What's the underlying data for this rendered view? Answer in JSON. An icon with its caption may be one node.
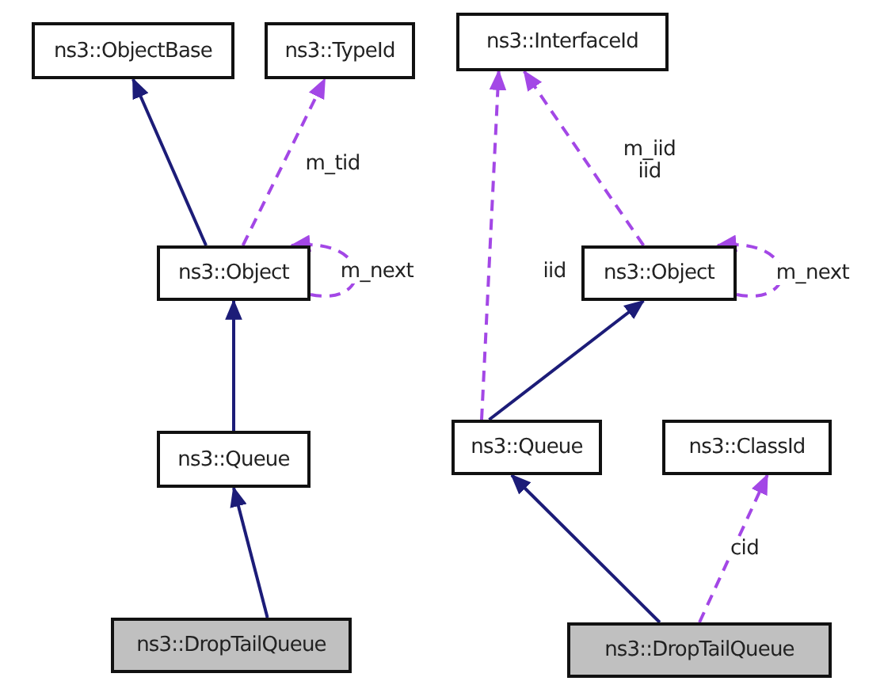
{
  "diagram": {
    "nodes": [
      {
        "text": [
          "ns3::ObjectBase"
        ]
      },
      {
        "text": [
          "ns3::TypeId"
        ]
      },
      {
        "text": [
          "ns3::Object"
        ]
      },
      {
        "text": [
          "ns3::Queue"
        ]
      },
      {
        "text": [
          "ns3::DropTailQueue"
        ]
      },
      {
        "text": [
          "ns3::InterfaceId"
        ]
      },
      {
        "text": [
          "ns3::Object"
        ]
      },
      {
        "text": [
          "ns3::Queue"
        ]
      },
      {
        "text": [
          "ns3::ClassId"
        ]
      },
      {
        "text": [
          "ns3::DropTailQueue"
        ]
      }
    ],
    "edges": [
      {
        "from": 2,
        "to": 0,
        "arrow": "to",
        "color": "#1c1c78"
      },
      {
        "from": 2,
        "to": 1,
        "arrow": "to",
        "label": "m_tid",
        "style": "dashed"
      },
      {
        "from": 2,
        "to": 2,
        "arrow": "to",
        "label": "m_next",
        "style": "dashed"
      },
      {
        "from": 3,
        "to": 2,
        "arrow": "to",
        "color": "#1c1c78"
      },
      {
        "from": 4,
        "to": 3,
        "arrow": "to",
        "color": "#1c1c78"
      },
      {
        "from": 6,
        "to": 5,
        "arrow": "to",
        "label": "m_iid iid",
        "style": "dashed"
      },
      {
        "from": 7,
        "to": 5,
        "arrow": "to",
        "label": "iid",
        "style": "dashed"
      },
      {
        "from": 6,
        "to": 6,
        "arrow": "to",
        "label": "m_next",
        "style": "dashed"
      },
      {
        "from": 7,
        "to": 6,
        "arrow": "to",
        "color": "#1c1c78"
      },
      {
        "from": 9,
        "to": 7,
        "arrow": "to",
        "color": "#1c1c78"
      },
      {
        "from": 9,
        "to": 8,
        "arrow": "to",
        "label": "cid",
        "style": "dashed"
      }
    ]
  }
}
